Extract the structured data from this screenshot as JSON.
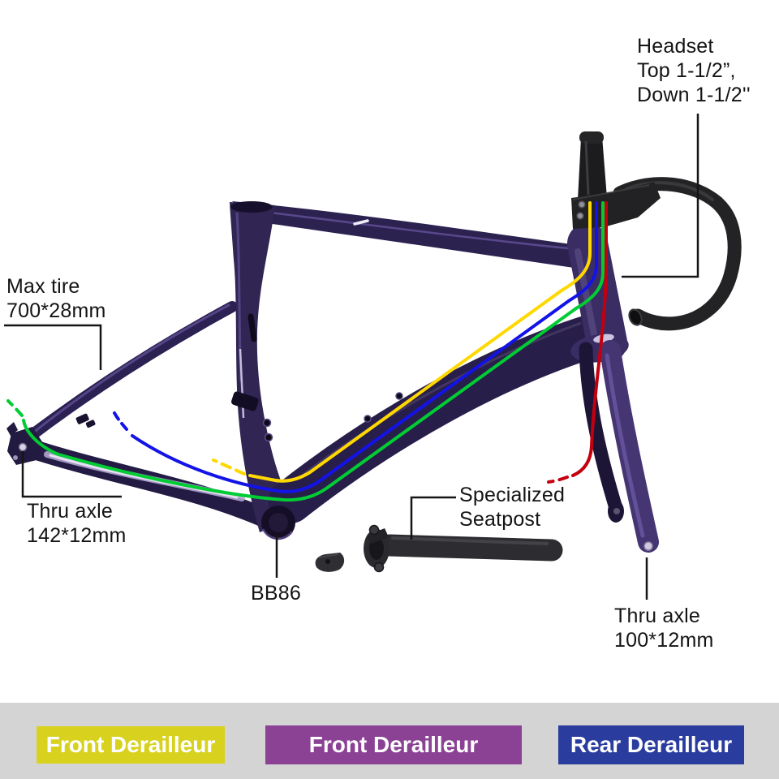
{
  "product": {
    "description": "Carbon road bike frameset photo with callout annotations",
    "frame_main_color": "#33265a",
    "frame_accent_color": "#6b59a4"
  },
  "annotations": {
    "headset": "Headset\nTop 1-1/2”,\nDown 1-1/2''",
    "max_tire": "Max tire\n700*28mm",
    "thru_axle_rear": "Thru axle\n142*12mm",
    "bottom_bracket": "BB86",
    "seatpost": "Specialized\nSeatpost",
    "thru_axle_front": "Thru axle\n100*12mm"
  },
  "cables": {
    "yellow": "#ffd800",
    "blue": "#1313e8",
    "green": "#00cc33",
    "red": "#c4000f"
  },
  "legend": [
    {
      "label": "Front Derailleur",
      "color": "#d8d21f"
    },
    {
      "label": "Front Derailleur",
      "color": "#8b4295"
    },
    {
      "label": "Rear Derailleur",
      "color": "#2a3c9e"
    }
  ]
}
